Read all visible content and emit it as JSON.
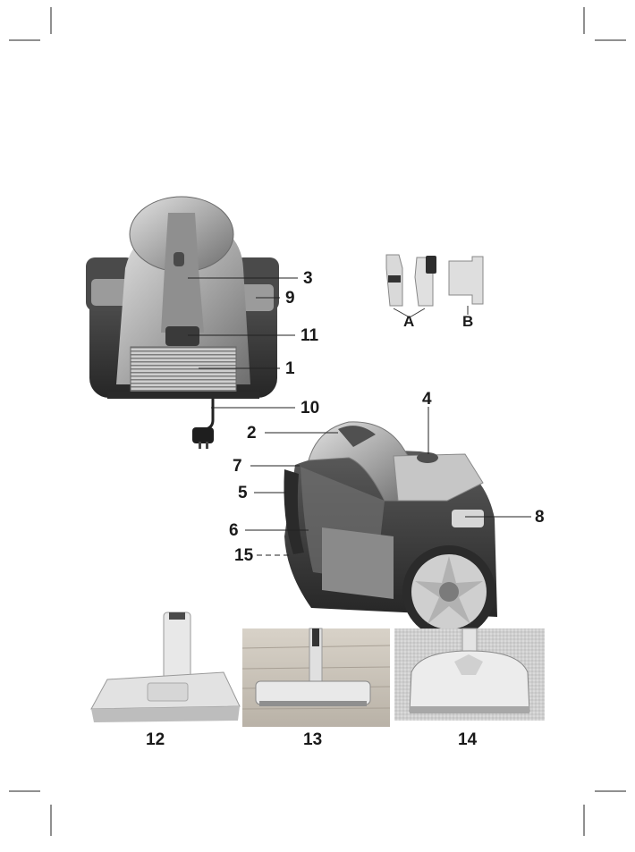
{
  "figure": {
    "callouts": {
      "c1": "1",
      "c2": "2",
      "c3": "3",
      "c4": "4",
      "c5": "5",
      "c6": "6",
      "c7": "7",
      "c8": "8",
      "c9": "9",
      "c10": "10",
      "c11": "11",
      "c12": "12",
      "c13": "13",
      "c14": "14",
      "c15": "15"
    },
    "accessories": {
      "a": "A",
      "b": "B"
    }
  }
}
